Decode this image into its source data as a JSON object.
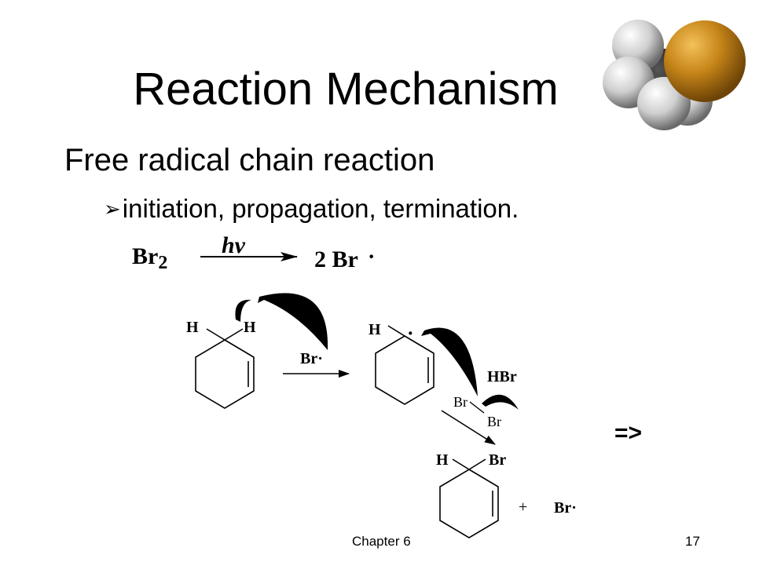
{
  "slide": {
    "title": "Reaction Mechanism",
    "bullet_main": "Free radical chain reaction",
    "bullet_sub_marker": "➢",
    "bullet_sub": "initiation, propagation, termination.",
    "footer_chapter": "Chapter 6",
    "footer_page": "17",
    "next_link": "=>"
  },
  "initiation": {
    "reactant": "Br",
    "reactant_subscript": "2",
    "condition": "hν",
    "product_coeff": "2",
    "product": "Br",
    "radical_dot": "·"
  },
  "scheme": {
    "h_label": "H",
    "br_radical": "Br·",
    "hbr_label": "HBr",
    "br_label": "Br",
    "plus": "+",
    "radical_dot": "·"
  },
  "colors": {
    "text": "#000000",
    "molecule_bromine": "#c58418",
    "molecule_hydrogen": "#d8d8d8",
    "molecule_carbon": "#222222"
  },
  "icons": {
    "molecule": "bromomethane-space-filling-model"
  }
}
